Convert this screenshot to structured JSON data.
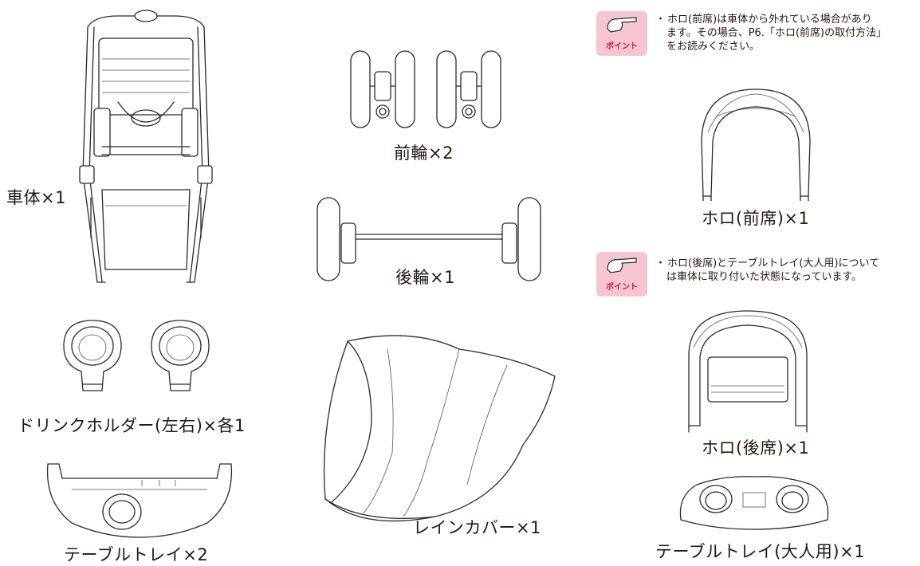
{
  "parts": {
    "body": "車体×1",
    "front_wheel": "前輪×2",
    "rear_wheel": "後輪×1",
    "hood_front": "ホロ(前席)×1",
    "hood_rear": "ホロ(後席)×1",
    "drink_holder": "ドリンクホルダー(左右)×各1",
    "table_tray": "テーブルトレイ×2",
    "rain_cover": "レインカバー×1",
    "table_tray_adult": "テーブルトレイ(大人用)×1"
  },
  "point_badge_label": "ポイント",
  "notes": {
    "note1_bullet": "・",
    "note1_line1": "ホロ(前席)は車体から外れている場合があり",
    "note1_line2": "ます。その場合、P6.「ホロ(前席)の取付方法」",
    "note1_line3": "をお読みください。",
    "note2_bullet": "・",
    "note2_line1": "ホロ(後席)とテーブルトレイ(大人用)について",
    "note2_line2": "は車体に取り付いた状態になっています。"
  },
  "colors": {
    "badge_bg": "#f6c6cf",
    "badge_text": "#c8104b",
    "line": "#2a2a2a"
  },
  "icons": [
    "pointing-hand-icon"
  ]
}
